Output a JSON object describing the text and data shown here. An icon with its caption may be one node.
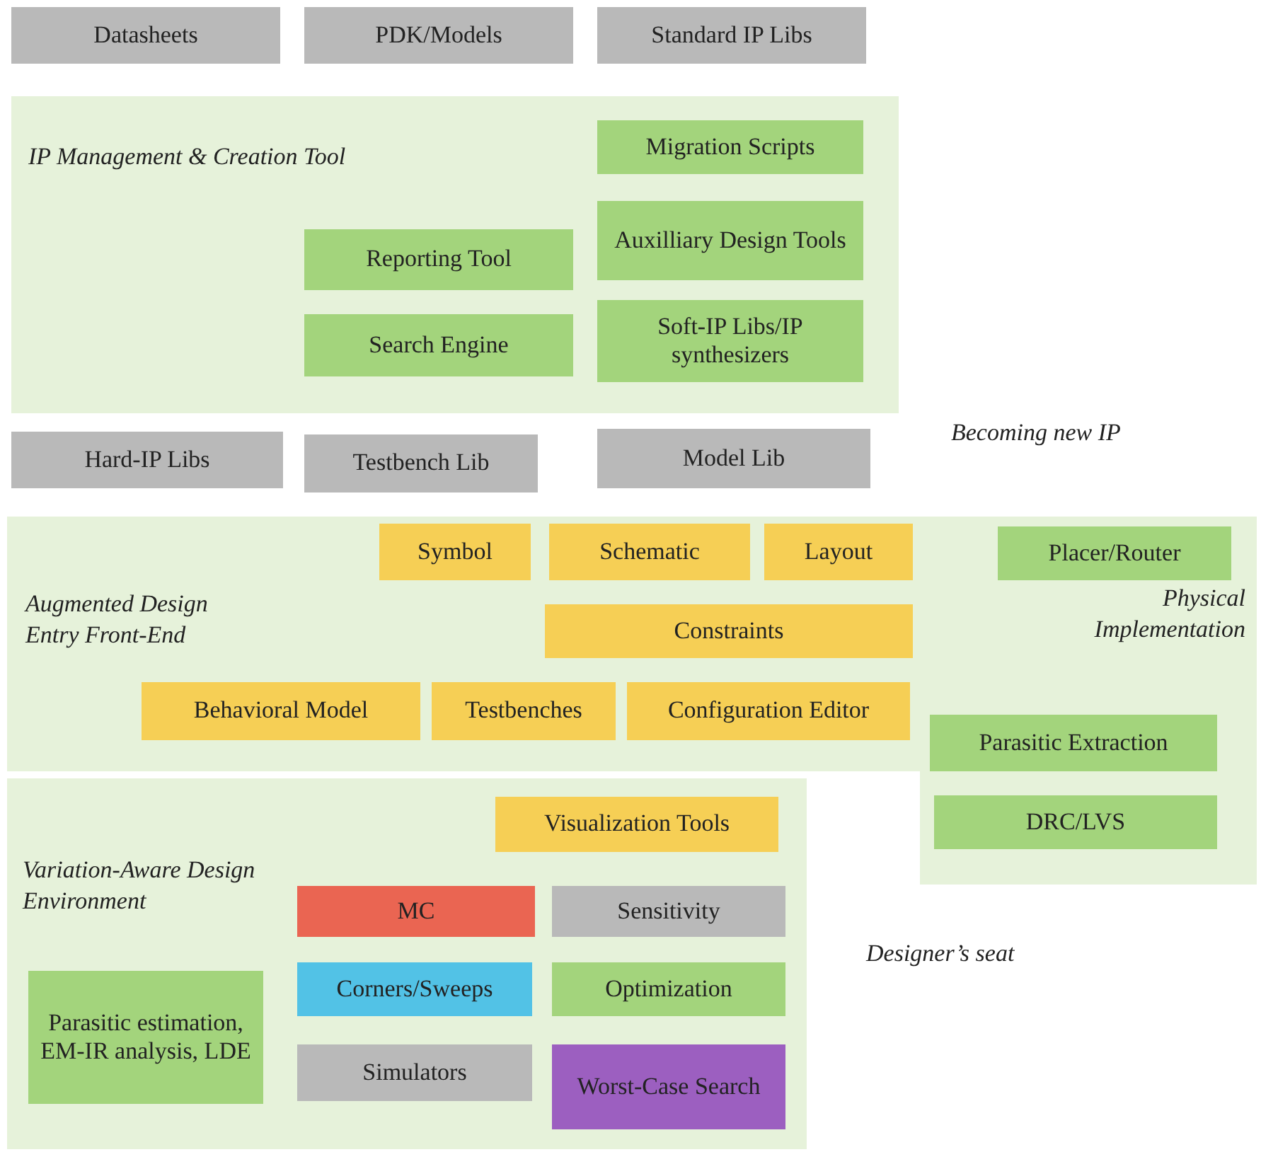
{
  "diagram": {
    "nodes": [
      {
        "text": [
          "Datasheets"
        ]
      },
      {
        "text": [
          "PDK/Models"
        ]
      },
      {
        "text": [
          "Standard IP Libs"
        ]
      },
      {
        "text": [
          "IP Management & Creation Tool"
        ]
      },
      {
        "text": [
          "Migration Scripts"
        ],
        "in": 3
      },
      {
        "text": [
          "Auxilliary Design Tools"
        ],
        "in": 3
      },
      {
        "text": [
          "Reporting Tool"
        ],
        "in": 3
      },
      {
        "text": [
          "Soft-IP Libs/IP synthesizers"
        ],
        "in": 3
      },
      {
        "text": [
          "Search Engine"
        ],
        "in": 3
      },
      {
        "text": [
          "Hard-IP Libs"
        ]
      },
      {
        "text": [
          "Testbench Lib"
        ]
      },
      {
        "text": [
          "Model Lib"
        ]
      },
      {
        "text": [
          "Augmented Design Entry Front-End"
        ]
      },
      {
        "text": [
          "Symbol"
        ],
        "in": 12
      },
      {
        "text": [
          "Schematic"
        ],
        "in": 12
      },
      {
        "text": [
          "Layout"
        ],
        "in": 12
      },
      {
        "text": [
          "Constraints"
        ],
        "in": 12
      },
      {
        "text": [
          "Behavioral Model"
        ],
        "in": 12
      },
      {
        "text": [
          "Testbenches"
        ],
        "in": 12
      },
      {
        "text": [
          "Configuration Editor"
        ],
        "in": 12
      },
      {
        "text": [
          "Physical Implementation"
        ]
      },
      {
        "text": [
          "Placer/Router"
        ],
        "in": 20
      },
      {
        "text": [
          "Parasitic Extraction"
        ],
        "in": 20
      },
      {
        "text": [
          "DRC/LVS"
        ],
        "in": 20
      },
      {
        "text": [
          "Variation-Aware Design Environment"
        ]
      },
      {
        "text": [
          "Visualization Tools"
        ],
        "in": 24
      },
      {
        "text": [
          "MC"
        ],
        "in": 24
      },
      {
        "text": [
          "Sensitivity"
        ],
        "in": 24
      },
      {
        "text": [
          "Corners/Sweeps"
        ],
        "in": 24
      },
      {
        "text": [
          "Optimization"
        ],
        "in": 24
      },
      {
        "text": [
          "Parasitic estimation, EM-IR analysis, LDE"
        ],
        "in": 24
      },
      {
        "text": [
          "Simulators"
        ],
        "in": 24
      },
      {
        "text": [
          "Worst-Case Search"
        ],
        "in": 24
      }
    ],
    "edges": [],
    "labels": [
      "Becoming new IP",
      "Designer’s seat"
    ]
  }
}
